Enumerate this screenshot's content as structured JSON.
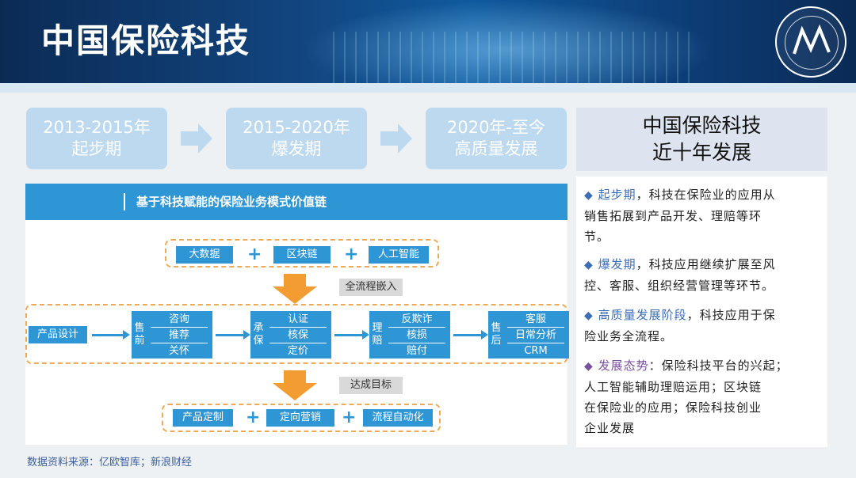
{
  "header": {
    "title": "中国保险科技"
  },
  "stages": [
    {
      "line1": "2013-2015年",
      "line2": "起步期"
    },
    {
      "line1": "2015-2020年",
      "line2": "爆发期"
    },
    {
      "line1": "2020年-至今",
      "line2": "高质量发展"
    }
  ],
  "right": {
    "title_line1": "中国保险科技",
    "title_line2": "近十年发展",
    "bullets": [
      {
        "marker": "◆",
        "keyword": "起步期",
        "lines": [
          "，科技在保险业的应用从",
          "销售拓展到产品开发、理赔等环",
          "节。"
        ]
      },
      {
        "marker": "◆",
        "keyword": "爆发期",
        "lines": [
          "，科技应用继续扩展至风",
          "控、客服、组织经营管理等环节。"
        ]
      },
      {
        "marker": "◆",
        "keyword": "高质量发展阶段",
        "lines": [
          "，科技应用于保",
          "险业务全流程。"
        ]
      },
      {
        "marker": "◆",
        "keyword": "发展态势",
        "lines": [
          "：保险科技平台的兴起；",
          "人工智能辅助理赔运用；区块链",
          "在保险业的应用；保险科技创业",
          "企业发展"
        ]
      }
    ]
  },
  "diagram": {
    "heading": "基于科技赋能的保险业务模式价值链",
    "tech": [
      "大数据",
      "区块链",
      "人工智能"
    ],
    "plus": "+",
    "embed_label": "全流程嵌入",
    "product_design": "产品设计",
    "presale": {
      "label": "售前",
      "items": [
        "咨询",
        "推荐",
        "关怀"
      ]
    },
    "underwriting": {
      "label": "承保",
      "items": [
        "认证",
        "核保",
        "定价"
      ]
    },
    "claims": {
      "label": "理赔",
      "items": [
        "反欺诈",
        "核损",
        "赔付"
      ]
    },
    "aftersale": {
      "label": "售后",
      "items": [
        "客服",
        "日常分析",
        "CRM"
      ]
    },
    "goal_label": "达成目标",
    "goals": [
      "产品定制",
      "定向营销",
      "流程自动化"
    ]
  },
  "footer": {
    "source": "数据资料来源：亿欧智库；新浪财经"
  },
  "colors": {
    "accent": "#2f96d6",
    "orange": "#f39c32",
    "stage": "#bcd9ef"
  }
}
